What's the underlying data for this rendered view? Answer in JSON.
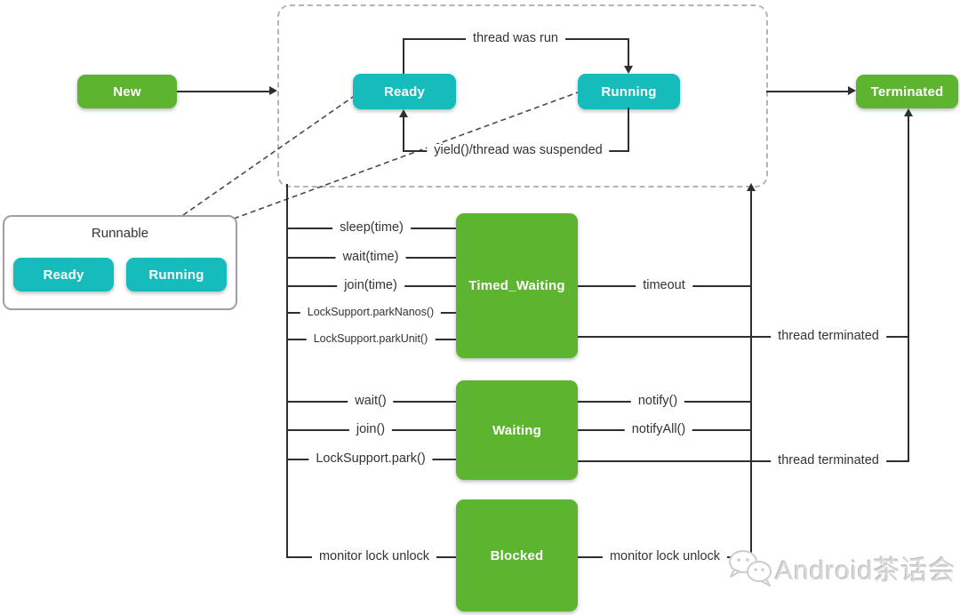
{
  "colors": {
    "green": "#5cb42f",
    "teal": "#16bcbc",
    "line": "#2e2e2e",
    "label": "#333333",
    "dash_border": "#b5b5b5",
    "group_border": "#9aa0a3",
    "watermark": "#d6d6d6"
  },
  "states": {
    "new": "New",
    "ready": "Ready",
    "running": "Running",
    "terminated": "Terminated",
    "timed_waiting": "Timed_Waiting",
    "waiting": "Waiting",
    "blocked": "Blocked"
  },
  "runnable": {
    "title": "Runnable",
    "ready": "Ready",
    "running": "Running"
  },
  "labels": {
    "thread_was_run": "thread was run",
    "yield_suspended": "yield()/thread was suspended",
    "timed_in": [
      "sleep(time)",
      "wait(time)",
      "join(time)",
      "LockSupport.parkNanos()",
      "LockSupport.parkUnit()"
    ],
    "timeout": "timeout",
    "thread_terminated_top": "thread terminated",
    "waiting_in": [
      "wait()",
      "join()",
      "LockSupport.park()"
    ],
    "waiting_out": [
      "notify()",
      "notifyAll()"
    ],
    "thread_terminated_mid": "thread terminated",
    "monitor_left": "monitor lock unlock",
    "monitor_right": "monitor lock unlock"
  },
  "watermark": {
    "text": "Android茶话会",
    "icon": "wechat-bubbles-icon"
  }
}
